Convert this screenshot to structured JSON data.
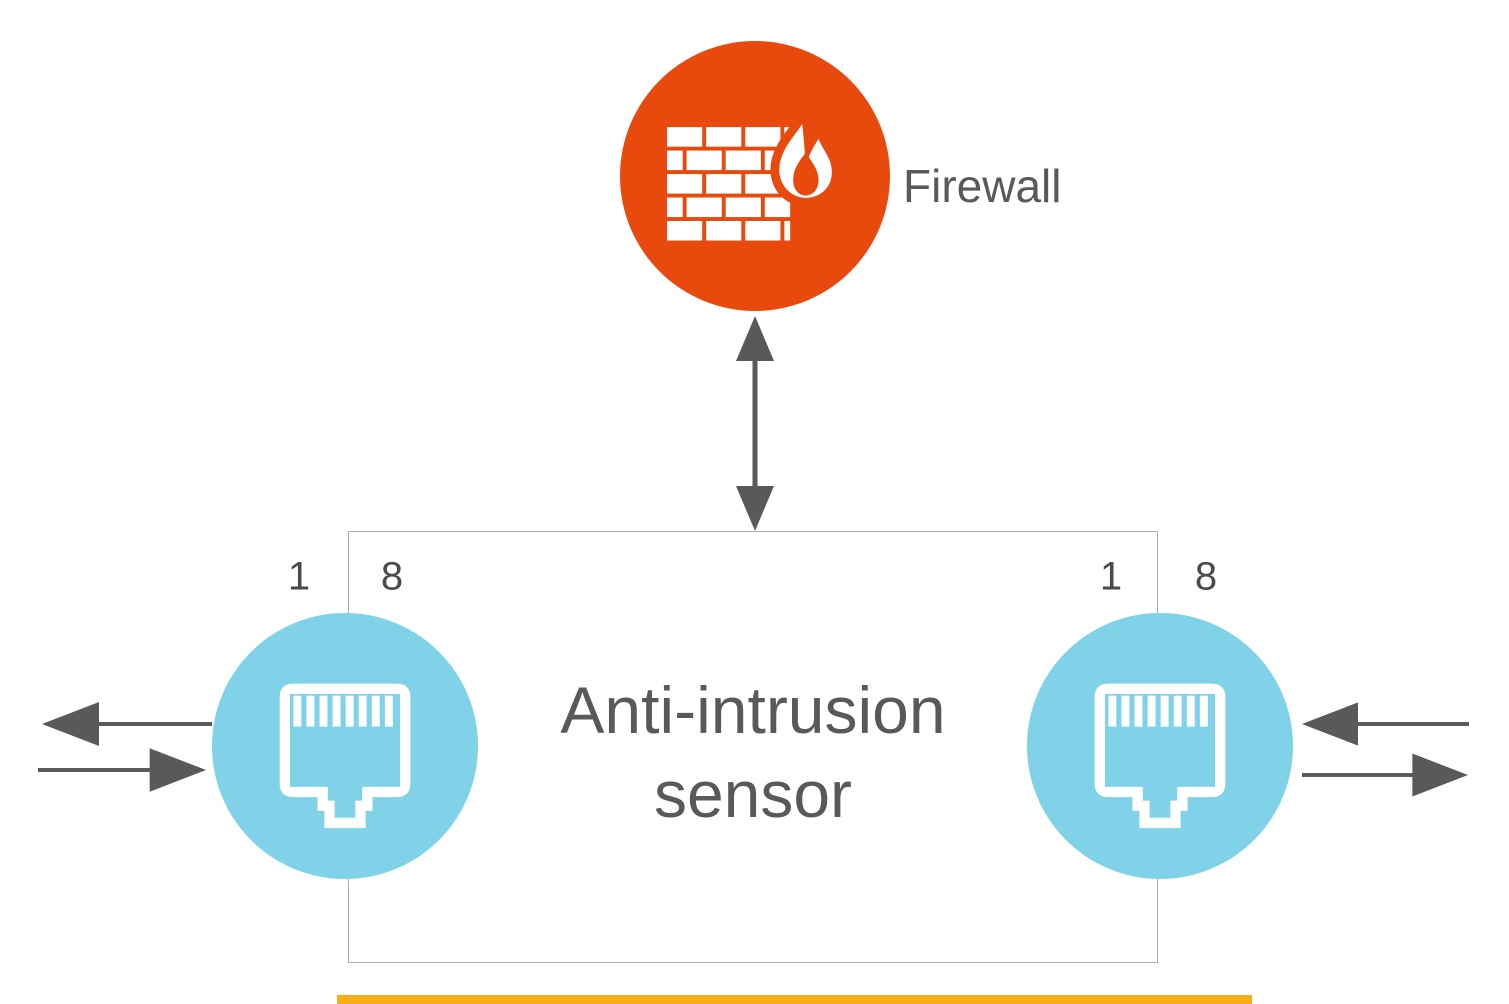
{
  "diagram": {
    "nodes": {
      "firewall": {
        "label": "Firewall",
        "icon": "firewall-brick-flame-icon"
      },
      "sensor": {
        "label": "Anti-intrusion sensor",
        "label_lines": [
          "Anti-intrusion",
          "sensor"
        ]
      },
      "left_port": {
        "icon": "ethernet-rj45-icon",
        "pin_first": "1",
        "pin_last": "8"
      },
      "right_port": {
        "icon": "ethernet-rj45-icon",
        "pin_first": "1",
        "pin_last": "8"
      }
    },
    "connections": {
      "firewall_to_sensor": "bidirectional-arrow",
      "left_port": [
        "arrow-out-left",
        "arrow-in-right"
      ],
      "right_port": [
        "arrow-in-left",
        "arrow-out-right"
      ]
    },
    "colors": {
      "firewall_fill": "#E8490D",
      "port_fill": "#7FD2E8",
      "arrow_color": "#58595B",
      "text_color": "#595959",
      "pin_text_color": "#4A4A4A",
      "box_border": "#ADADAD",
      "bottom_bar": "#F8AE17",
      "icon_white": "#FFFFFF"
    }
  }
}
